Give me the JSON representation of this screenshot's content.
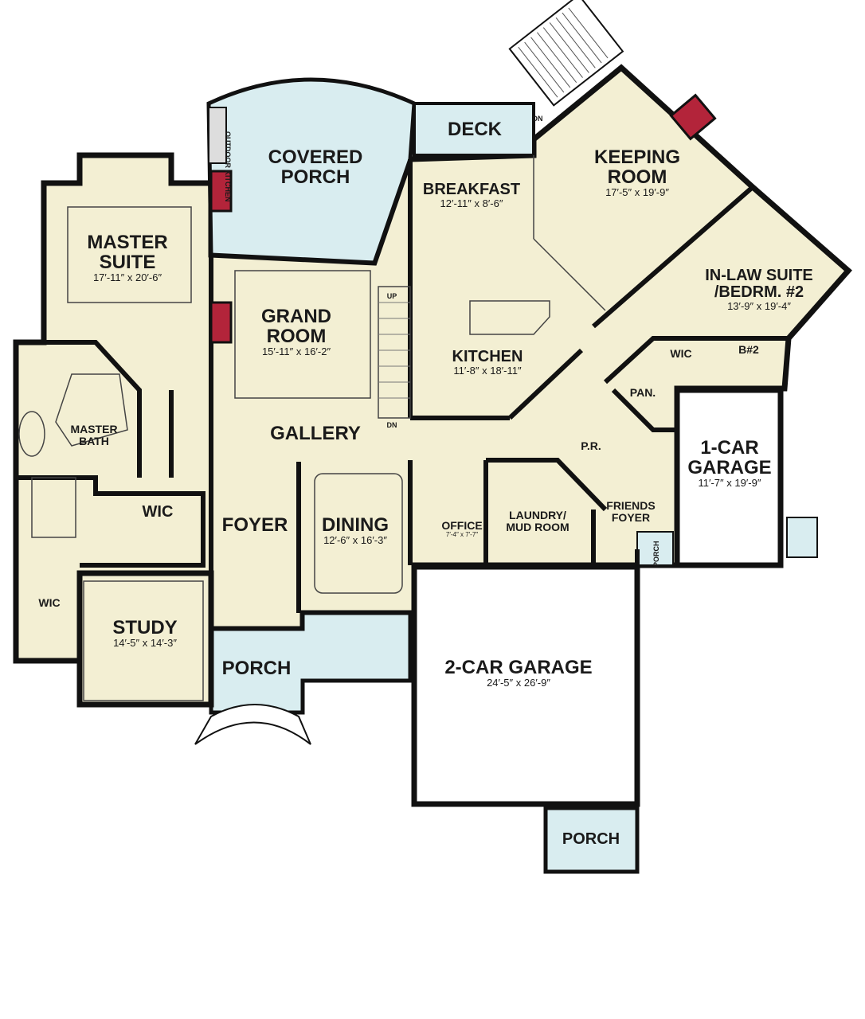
{
  "colors": {
    "room": "#f3efd3",
    "porch": "#d9edf0",
    "wall": "#111111",
    "fireplace": "#b3243a",
    "garage": "#ffffff"
  },
  "rooms": {
    "covered_porch": {
      "name": "COVERED\nPORCH"
    },
    "outdoor_kitchen": {
      "name": "OUTDOOR KITCHEN"
    },
    "deck": {
      "name": "DECK"
    },
    "deck_dn": {
      "name": "DN"
    },
    "keeping": {
      "name": "KEEPING ROOM",
      "dim": "17′-5″ x 19′-9″"
    },
    "breakfast": {
      "name": "BREAKFAST",
      "dim": "12′-11″ x 8′-6″"
    },
    "master_suite": {
      "name": "MASTER SUITE",
      "dim": "17′-11″ x 20′-6″"
    },
    "grand_room": {
      "name": "GRAND ROOM",
      "dim": "15′-11″ x 16′-2″"
    },
    "stairs_up": {
      "name": "UP"
    },
    "stairs_dn": {
      "name": "DN"
    },
    "kitchen": {
      "name": "KITCHEN",
      "dim": "11′-8″ x 18′-11″"
    },
    "inlaw": {
      "name": "IN-LAW SUITE /BEDRM. #2",
      "dim": "13′-9″ x 19′-4″"
    },
    "wic_inlaw": {
      "name": "WIC"
    },
    "b2": {
      "name": "B#2"
    },
    "pantry": {
      "name": "PAN."
    },
    "master_bath": {
      "name": "MASTER BATH"
    },
    "gallery": {
      "name": "GALLERY"
    },
    "pr": {
      "name": "P.R."
    },
    "one_car": {
      "name": "1-CAR GARAGE",
      "dim": "11′-7″ x 19′-9″"
    },
    "wic_master": {
      "name": "WIC"
    },
    "foyer": {
      "name": "FOYER"
    },
    "dining": {
      "name": "DINING",
      "dim": "12′-6″ x 16′-3″"
    },
    "office": {
      "name": "OFFICE",
      "dim": "7′-4″ x 7′-7″"
    },
    "laundry": {
      "name": "LAUNDRY/ MUD ROOM"
    },
    "friends_foyer": {
      "name": "FRIENDS FOYER"
    },
    "side_porch": {
      "name": "PORCH"
    },
    "wic_left": {
      "name": "WIC"
    },
    "study": {
      "name": "STUDY",
      "dim": "14′-5″ x 14′-3″"
    },
    "front_porch": {
      "name": "PORCH"
    },
    "two_car": {
      "name": "2-CAR GARAGE",
      "dim": "24′-5″ x 26′-9″"
    },
    "garage_porch": {
      "name": "PORCH"
    }
  }
}
